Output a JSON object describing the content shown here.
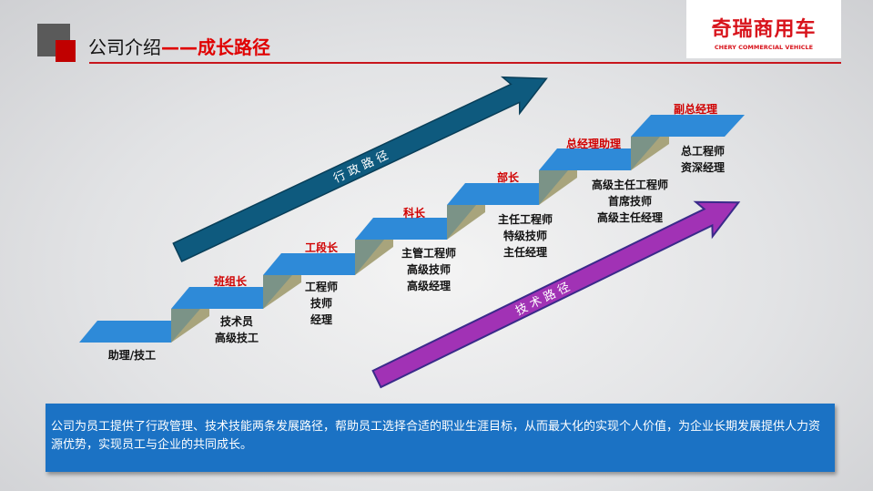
{
  "header": {
    "title": "公司介绍",
    "title_sep": "——",
    "subtitle": "成长路径"
  },
  "logo": {
    "cn": "奇瑞商用车",
    "en": "CHERY COMMERCIAL VEHICLE"
  },
  "arrows": {
    "admin": "行 政 路 径",
    "tech": "技 术 路 径",
    "admin_color": "#0e5a7e",
    "tech_color": "#a132b5"
  },
  "steps": [
    {
      "role": "",
      "tech": [
        "助理/技工"
      ]
    },
    {
      "role": "班组长",
      "tech": [
        "技术员",
        "高级技工"
      ]
    },
    {
      "role": "工段长",
      "tech": [
        "工程师",
        "技师",
        "经理"
      ]
    },
    {
      "role": "科长",
      "tech": [
        "主管工程师",
        "高级技师",
        "高级经理"
      ]
    },
    {
      "role": "部长",
      "tech": [
        "主任工程师",
        "特级技师",
        "主任经理"
      ]
    },
    {
      "role": "总经理助理",
      "tech": [
        "高级主任工程师",
        "首席技师",
        "高级主任经理"
      ]
    },
    {
      "role": "副总经理",
      "tech": [
        "总工程师",
        "资深经理"
      ]
    }
  ],
  "description": "公司为员工提供了行政管理、技术技能两条发展路径，帮助员工选择合适的职业生涯目标，从而最大化的实现个人价值，为企业长期发展提供人力资源优势，实现员工与企业的共同成长。"
}
